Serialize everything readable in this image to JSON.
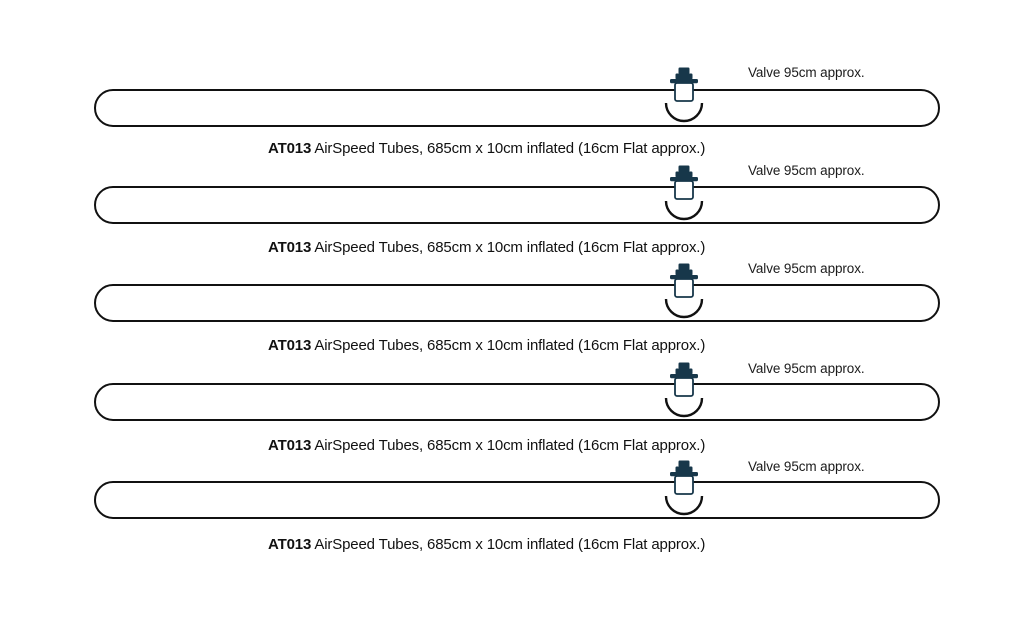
{
  "diagram": {
    "title": "AirSpeed Tubes product specification diagram",
    "background_color": "#ffffff",
    "outline_color": "#111111",
    "valve_cap_color": "#17374a",
    "text_color": "#1b1b1b",
    "rows": [
      {
        "valve_label": "Valve 95cm approx.",
        "code": "AT013",
        "description": " AirSpeed Tubes, 685cm x 10cm inflated (16cm Flat approx.)"
      },
      {
        "valve_label": "Valve 95cm approx.",
        "code": "AT013",
        "description": " AirSpeed Tubes, 685cm x 10cm inflated (16cm Flat approx.)"
      },
      {
        "valve_label": "Valve 95cm approx.",
        "code": "AT013",
        "description": " AirSpeed Tubes, 685cm x 10cm inflated (16cm Flat approx.)"
      },
      {
        "valve_label": "Valve 95cm approx.",
        "code": "AT013",
        "description": " AirSpeed Tubes, 685cm x 10cm inflated (16cm Flat approx.)"
      },
      {
        "valve_label": "Valve 95cm approx.",
        "code": "AT013",
        "description": " AirSpeed Tubes, 685cm x 10cm inflated (16cm Flat approx.)"
      }
    ]
  }
}
